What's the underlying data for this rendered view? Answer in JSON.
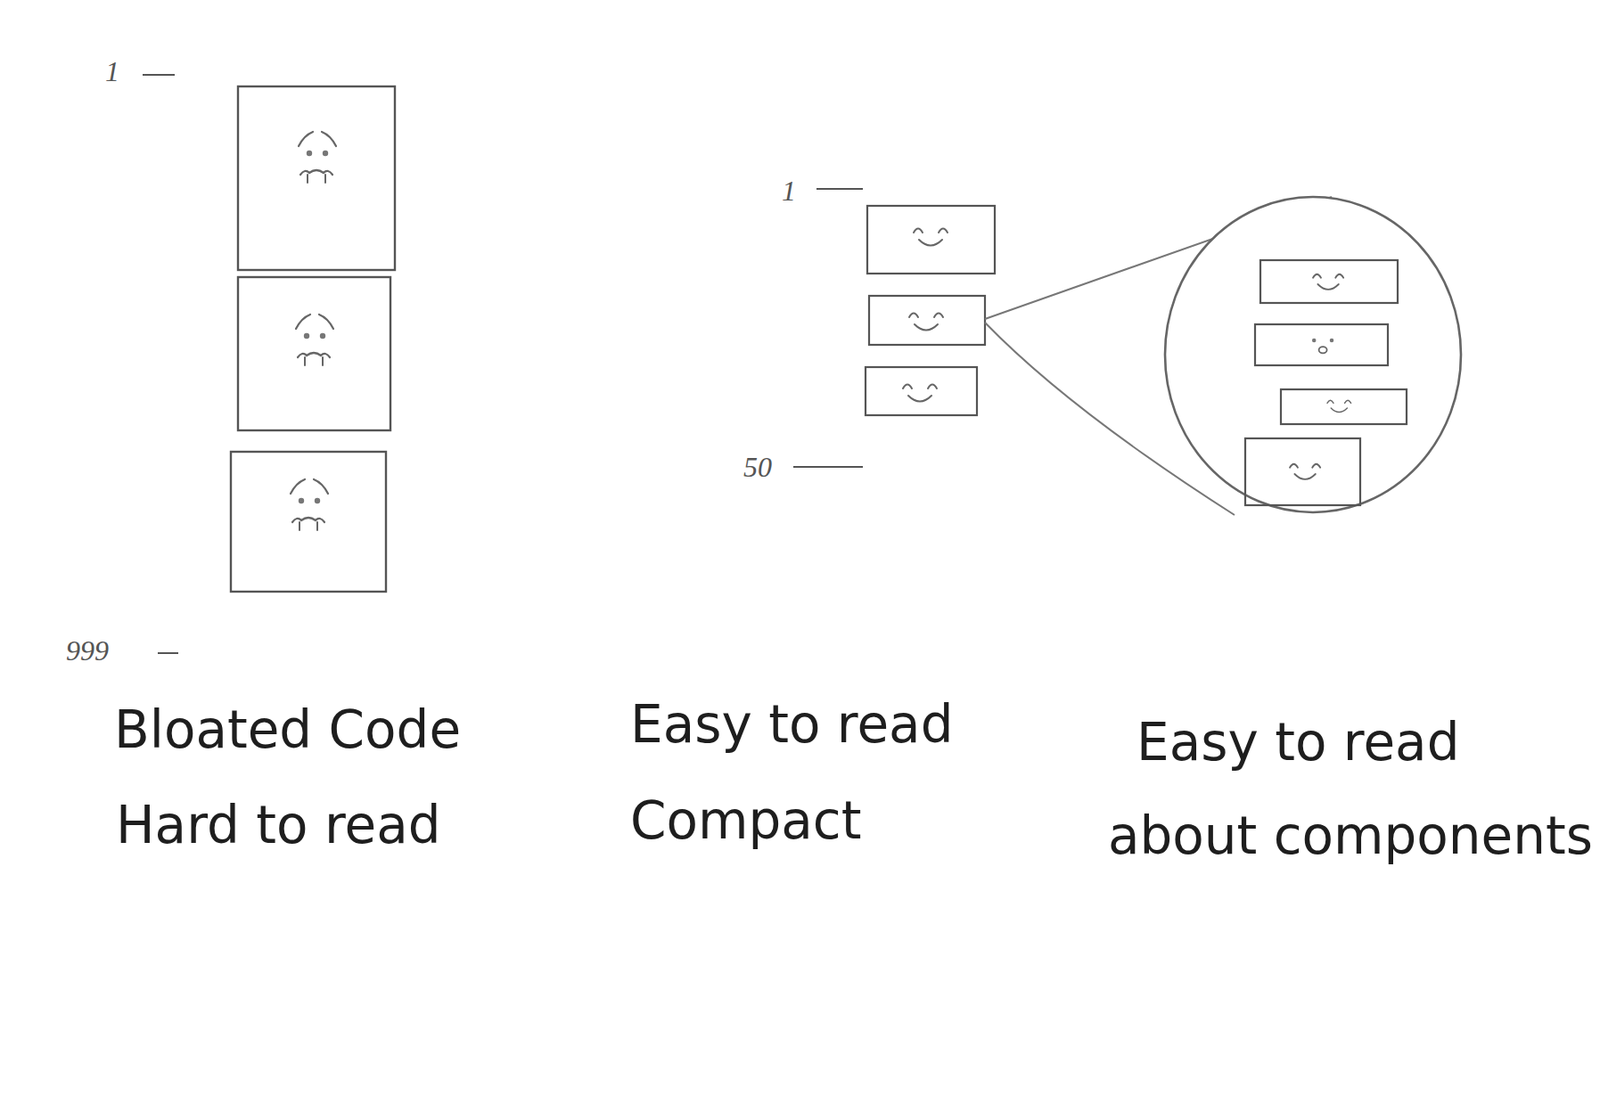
{
  "diagram": {
    "labels": [
      "1",
      "999",
      "1",
      "50",
      "Bloated Code",
      "Hard to read",
      "Easy to read",
      "Compact",
      "Easy to read",
      "about components"
    ]
  }
}
